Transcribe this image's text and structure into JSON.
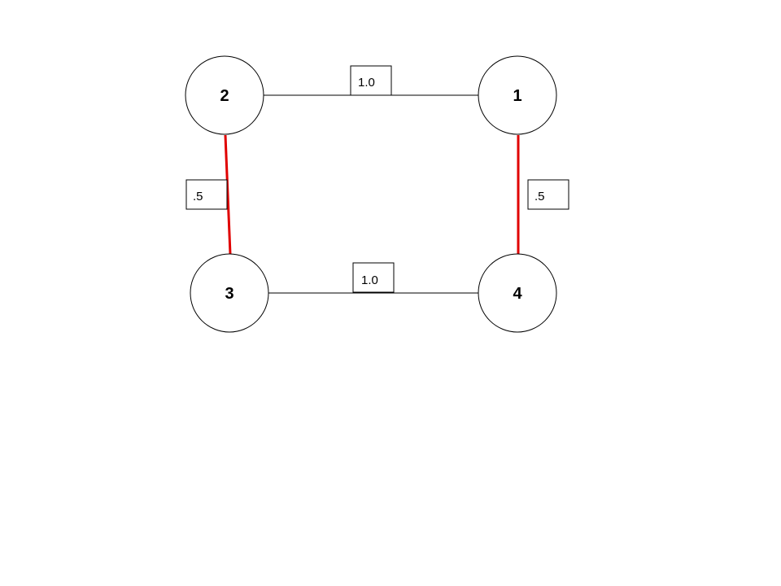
{
  "colors": {
    "background": "#ffffff",
    "node_stroke": "#000000",
    "edge_default": "#000000",
    "edge_highlight": "#e00000"
  },
  "nodes": [
    {
      "id": "n2",
      "label": "2"
    },
    {
      "id": "n1",
      "label": "1"
    },
    {
      "id": "n3",
      "label": "3"
    },
    {
      "id": "n4",
      "label": "4"
    }
  ],
  "edges": [
    {
      "from": "2",
      "to": "1",
      "weight": "1.0",
      "highlighted": false
    },
    {
      "from": "2",
      "to": "3",
      "weight": ".5",
      "highlighted": true
    },
    {
      "from": "1",
      "to": "4",
      "weight": ".5",
      "highlighted": true
    },
    {
      "from": "3",
      "to": "4",
      "weight": "1.0",
      "highlighted": false
    }
  ]
}
